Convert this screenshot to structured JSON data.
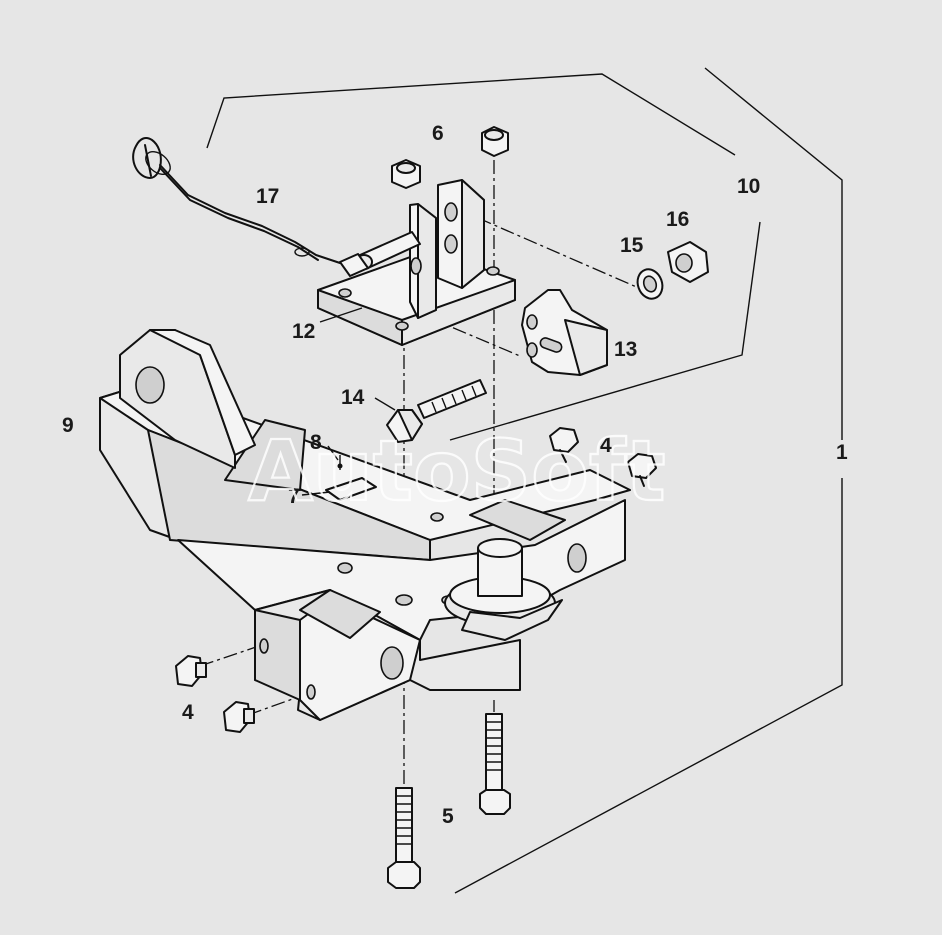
{
  "callouts": [
    {
      "id": "c1",
      "label": "1"
    },
    {
      "id": "c4a",
      "label": "4"
    },
    {
      "id": "c4b",
      "label": "4"
    },
    {
      "id": "c5",
      "label": "5"
    },
    {
      "id": "c6",
      "label": "6"
    },
    {
      "id": "c7",
      "label": "7"
    },
    {
      "id": "c8",
      "label": "8"
    },
    {
      "id": "c9",
      "label": "9"
    },
    {
      "id": "c10",
      "label": "10"
    },
    {
      "id": "c12",
      "label": "12"
    },
    {
      "id": "c13",
      "label": "13"
    },
    {
      "id": "c14",
      "label": "14"
    },
    {
      "id": "c15",
      "label": "15"
    },
    {
      "id": "c16",
      "label": "16"
    },
    {
      "id": "c17",
      "label": "17"
    }
  ],
  "watermark": "AutoSoft"
}
